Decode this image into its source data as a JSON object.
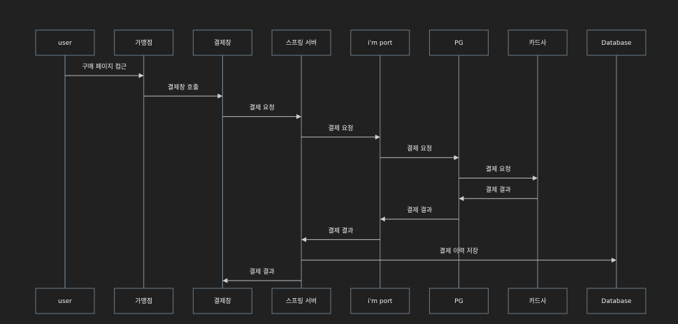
{
  "participants": [
    "user",
    "가맹점",
    "결제창",
    "스프링 서버",
    "i'm port",
    "PG",
    "카드사",
    "Database"
  ],
  "messages": [
    {
      "from": 0,
      "to": 1,
      "label": "구매 페이지 접근"
    },
    {
      "from": 1,
      "to": 2,
      "label": "결제창 호출"
    },
    {
      "from": 2,
      "to": 3,
      "label": "결제 요청"
    },
    {
      "from": 3,
      "to": 4,
      "label": "결제 요청"
    },
    {
      "from": 4,
      "to": 5,
      "label": "결제 요청"
    },
    {
      "from": 5,
      "to": 6,
      "label": "결제 요청"
    },
    {
      "from": 6,
      "to": 5,
      "label": "결제 결과"
    },
    {
      "from": 5,
      "to": 4,
      "label": "결제 결과"
    },
    {
      "from": 4,
      "to": 3,
      "label": "결제 결과"
    },
    {
      "from": 3,
      "to": 7,
      "label": "결제 이력 저장"
    },
    {
      "from": 3,
      "to": 2,
      "label": "결제 결과"
    }
  ],
  "colors": {
    "background": "#212121",
    "box_border": "#6c7b8a",
    "lifeline": "#7f93a8",
    "message_line": "#bdbdbd",
    "text": "#ededed"
  }
}
